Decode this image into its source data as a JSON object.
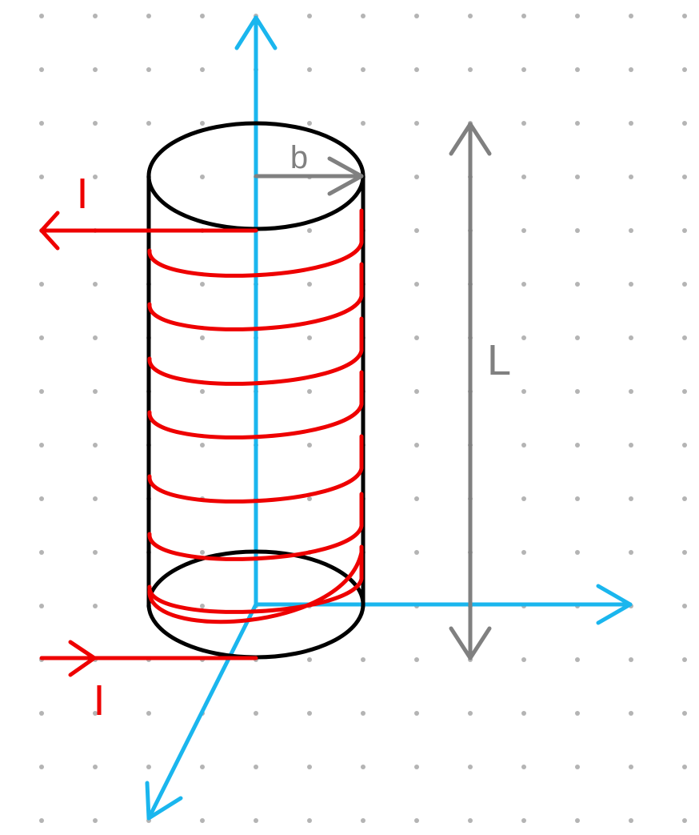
{
  "colors": {
    "background": "#ffffff",
    "grid_dot": "#b4b4b4",
    "axis": "#1ab6ee",
    "cylinder": "#000000",
    "coil": "#ee0000",
    "dimension": "#808080"
  },
  "labels": {
    "radius": "b",
    "length": "L",
    "current_in": "I",
    "current_out": "I"
  }
}
